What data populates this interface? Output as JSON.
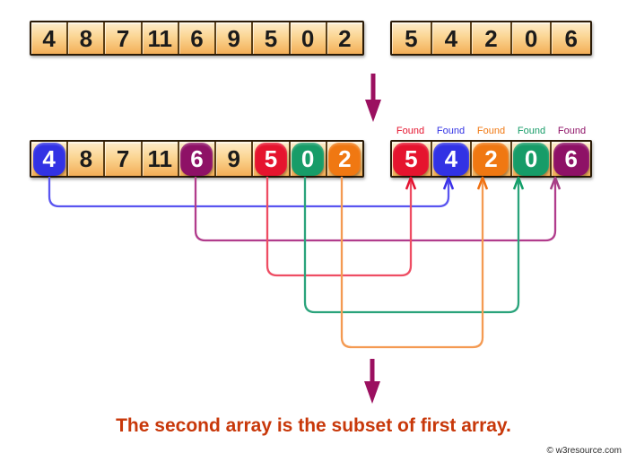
{
  "arrays": {
    "first_top": [
      "4",
      "8",
      "7",
      "11",
      "6",
      "9",
      "5",
      "0",
      "2"
    ],
    "second_top": [
      "5",
      "4",
      "2",
      "0",
      "6"
    ],
    "first_result": [
      {
        "value": "4",
        "mark": "blue"
      },
      {
        "value": "8",
        "mark": null
      },
      {
        "value": "7",
        "mark": null
      },
      {
        "value": "11",
        "mark": null
      },
      {
        "value": "6",
        "mark": "purple"
      },
      {
        "value": "9",
        "mark": null
      },
      {
        "value": "5",
        "mark": "red"
      },
      {
        "value": "0",
        "mark": "green"
      },
      {
        "value": "2",
        "mark": "orange"
      }
    ],
    "second_result": [
      {
        "value": "5",
        "mark": "red",
        "label": "Found"
      },
      {
        "value": "4",
        "mark": "blue",
        "label": "Found"
      },
      {
        "value": "2",
        "mark": "orange",
        "label": "Found"
      },
      {
        "value": "0",
        "mark": "green",
        "label": "Found"
      },
      {
        "value": "6",
        "mark": "purple",
        "label": "Found"
      }
    ]
  },
  "connections": [
    {
      "from_value": "4",
      "to_value": "4",
      "color": "blue"
    },
    {
      "from_value": "6",
      "to_value": "6",
      "color": "purple"
    },
    {
      "from_value": "5",
      "to_value": "5",
      "color": "red"
    },
    {
      "from_value": "0",
      "to_value": "0",
      "color": "green"
    },
    {
      "from_value": "2",
      "to_value": "2",
      "color": "orange"
    }
  ],
  "caption": "The second array is the subset of first array.",
  "watermark": "© w3resource.com",
  "colors": {
    "marks": {
      "blue": "#3232e4",
      "purple": "#8e1166",
      "red": "#e5142e",
      "green": "#179c68",
      "orange": "#f07812"
    },
    "lines": {
      "blue": "#5a55f0",
      "purple": "#b13c8c",
      "red": "#ee4d63",
      "green": "#2aa37b",
      "orange": "#f49a52"
    },
    "arrowheads": {
      "blue": "#3a30e8",
      "purple": "#a43f85",
      "red": "#e31230",
      "green": "#129e68",
      "orange": "#f07010"
    },
    "big_arrow": "#9b1060",
    "caption": "#c8380a"
  }
}
